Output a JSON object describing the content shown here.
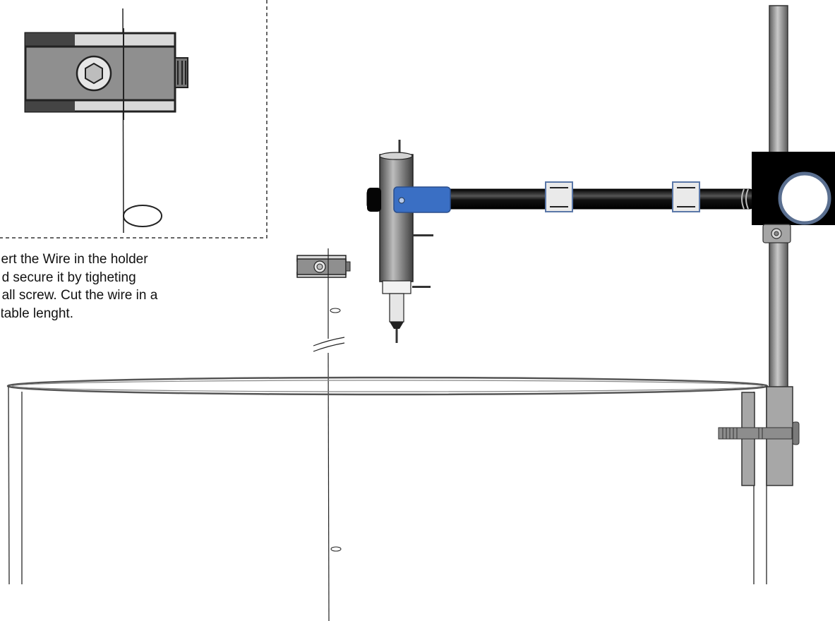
{
  "caption": {
    "lines": [
      "sert the Wire in the holder",
      "nd secure it by tigheting",
      "nall screw. Cut the wire in a",
      "iitable lenght."
    ]
  },
  "colors": {
    "rod": "#8a8a8a",
    "arm": "#111111",
    "blue_clamp": "#3a6fc4",
    "clamp_block": "#a7a7a7",
    "boss_head": "#000000"
  },
  "icons": {
    "inset_holder": "wire-holder-closeup",
    "small_holder": "wire-holder",
    "probe": "vertical-probe",
    "boss_head": "boss-head-clamp",
    "retort_rod": "retort-stand-rod",
    "vessel": "cylindrical-vessel"
  }
}
